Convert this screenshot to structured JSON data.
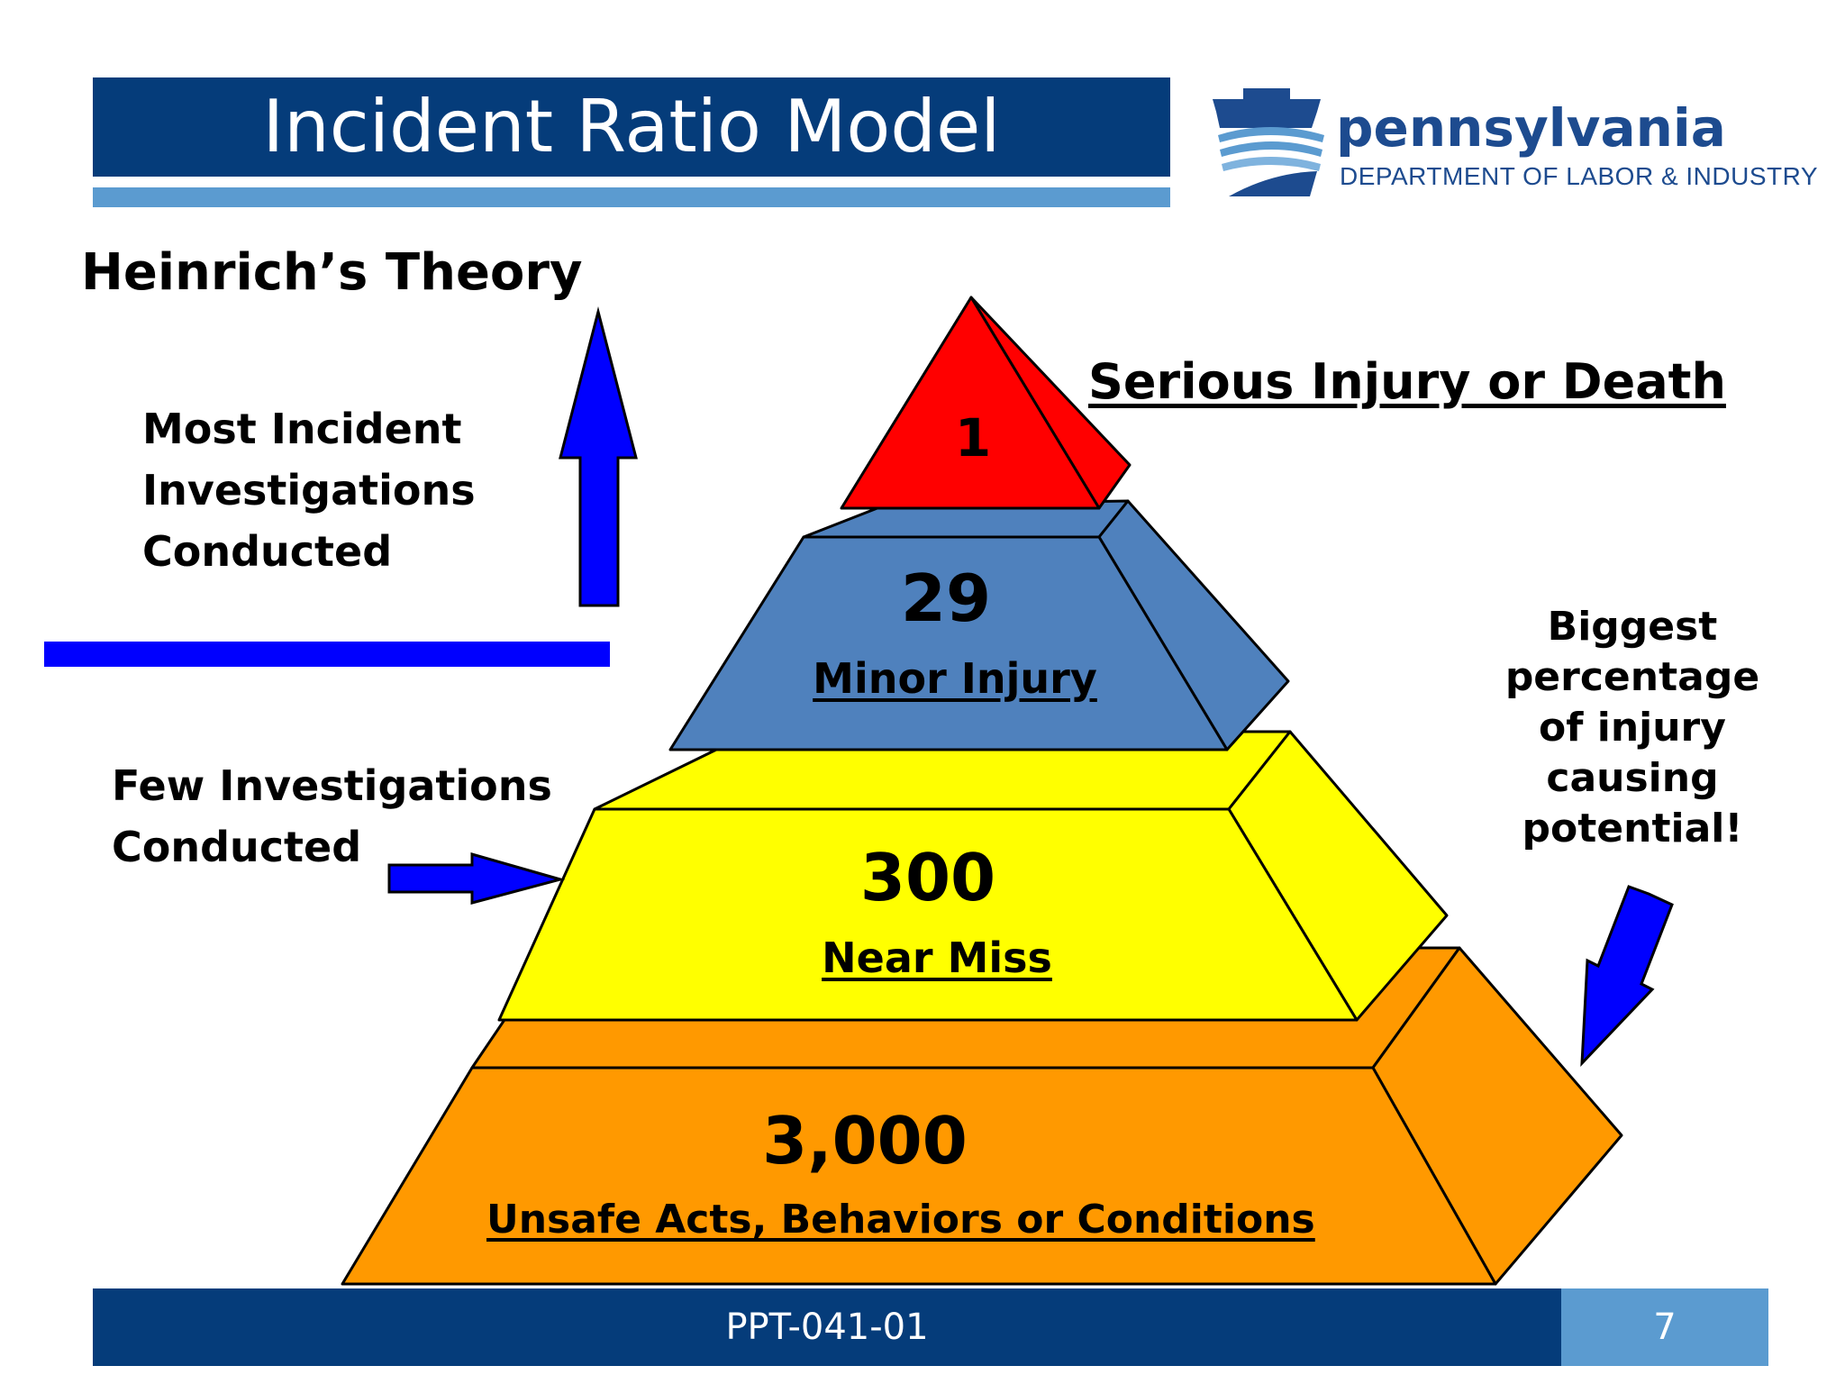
{
  "header": {
    "title": "Incident Ratio Model"
  },
  "logo": {
    "wordmark": "pennsylvania",
    "department": "DEPARTMENT OF LABOR & INDUSTRY"
  },
  "subtitle": "Heinrich’s Theory",
  "left_labels": {
    "most_line1": "Most Incident",
    "most_line2": "Investigations",
    "most_line3": "Conducted",
    "few_line1": "Few Investigations",
    "few_line2": "Conducted"
  },
  "right_labels": {
    "top": "Serious Injury or Death",
    "bottom_line1": "Biggest",
    "bottom_line2": "percentage",
    "bottom_line3": "of injury",
    "bottom_line4": "causing",
    "bottom_line5": "potential!"
  },
  "pyramid": {
    "tier1": {
      "value": "1",
      "label": ""
    },
    "tier2": {
      "value": "29",
      "label": "Minor Injury"
    },
    "tier3": {
      "value": "300",
      "label": "Near Miss"
    },
    "tier4": {
      "value": "3,000",
      "label": "Unsafe Acts, Behaviors or Conditions"
    }
  },
  "colors": {
    "tier1": "#ff0000",
    "tier2": "#4f81bd",
    "tier3": "#ffff00",
    "tier4": "#ff9900",
    "arrows": "#0000ff",
    "brand": "#053c7a"
  },
  "footer": {
    "code": "PPT-041-01",
    "page": "7"
  }
}
